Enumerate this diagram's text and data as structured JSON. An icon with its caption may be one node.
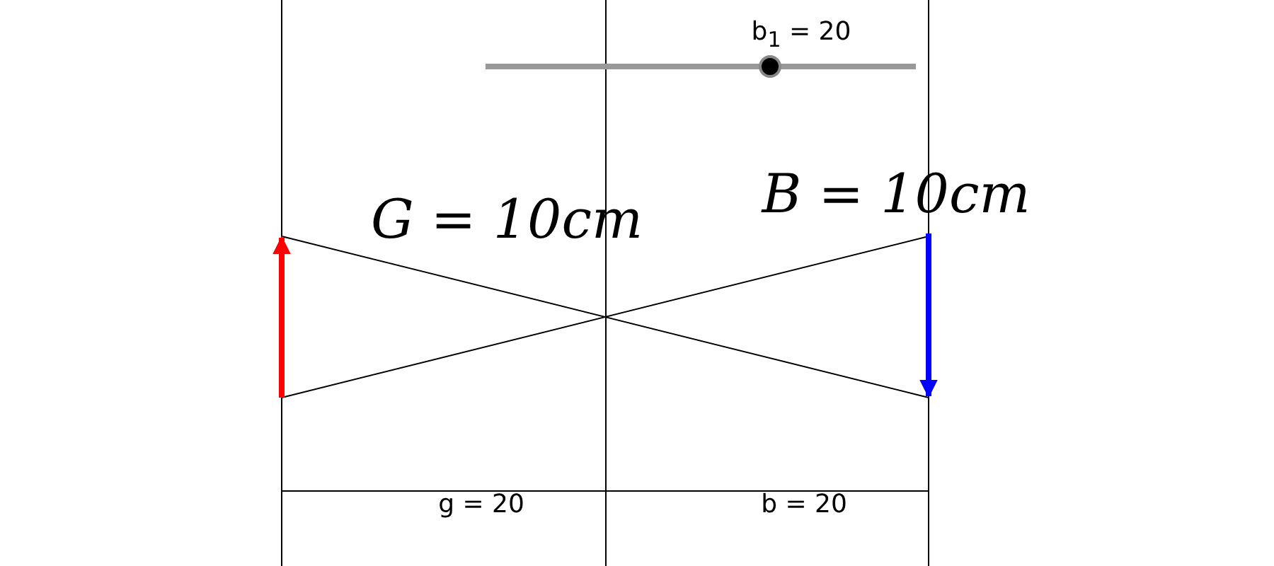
{
  "diagram": {
    "labels": [
      "b$_{1}$ = 20",
      "G = 10cm",
      "B = 10cm",
      "g = 20",
      "b = 20"
    ]
  }
}
